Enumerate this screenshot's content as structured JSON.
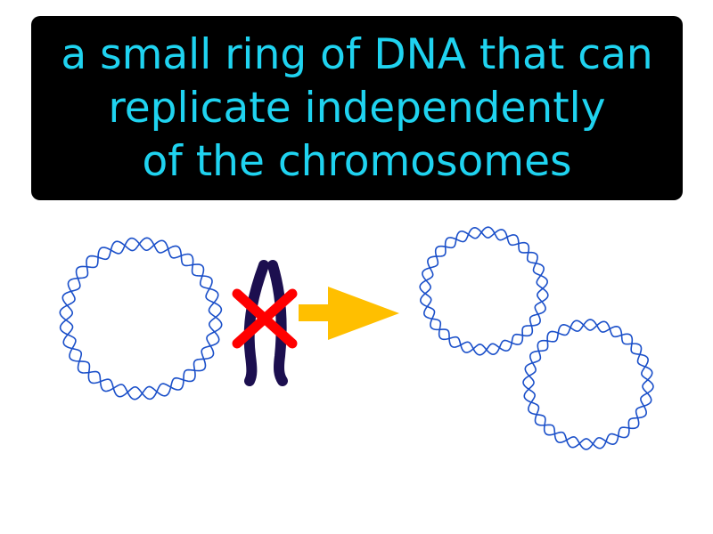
{
  "caption": {
    "lines": [
      "a small ring of DNA that can",
      "replicate independently",
      "of the chromosomes"
    ]
  },
  "colors": {
    "background": "#ffffff",
    "caption_bg": "#000000",
    "caption_text": "#1fd3f0",
    "dna_strand": "#1a4fc9",
    "chromosome": "#1c0f4f",
    "cross": "#ff0000",
    "arrow": "#ffbf00"
  },
  "icons": {
    "plasmid": "plasmid-icon",
    "chromosome": "chromosome-icon",
    "cross": "cross-icon",
    "arrow": "arrow-right-icon"
  }
}
